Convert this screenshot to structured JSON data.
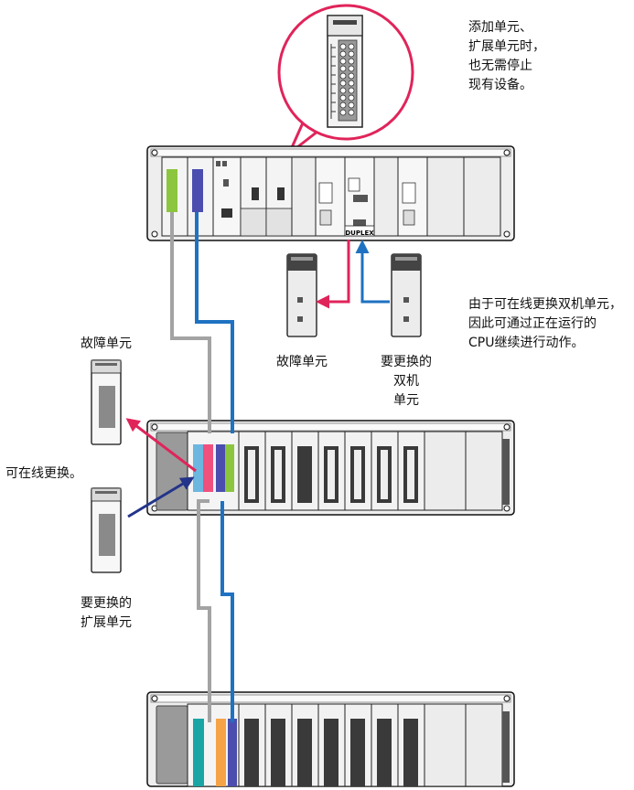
{
  "annotations": {
    "online_add": [
      "添加单元、",
      "扩展单元时，",
      "也无需停止",
      "现有设备。"
    ],
    "duplex_replace": [
      "由于可在线更换双机单元，",
      "因此可通过正在运行的",
      "CPU继续进行动作。"
    ],
    "faulty_unit_left": "故障单元",
    "faulty_unit_cpu": "故障单元",
    "replace_duplex": [
      "要更换的",
      "双机",
      "单元"
    ],
    "online_replace": "可在线更换。",
    "replace_expansion": [
      "要更换的",
      "扩展单元"
    ]
  },
  "device": {
    "duplex_label": "DUPLEX"
  },
  "colors": {
    "cable_gray": "#a3a3a3",
    "cable_blue": "#1f72c1",
    "arrow_red": "#e0245a",
    "arrow_navy": "#23348a",
    "module_green": "#8cc63e",
    "module_purple": "#4b4eae",
    "module_pink": "#f0507e",
    "module_teal": "#1aa5a5",
    "module_lightblue": "#6bb7e0",
    "module_orange": "#f6a347",
    "rack_fill": "#eeeeee"
  }
}
